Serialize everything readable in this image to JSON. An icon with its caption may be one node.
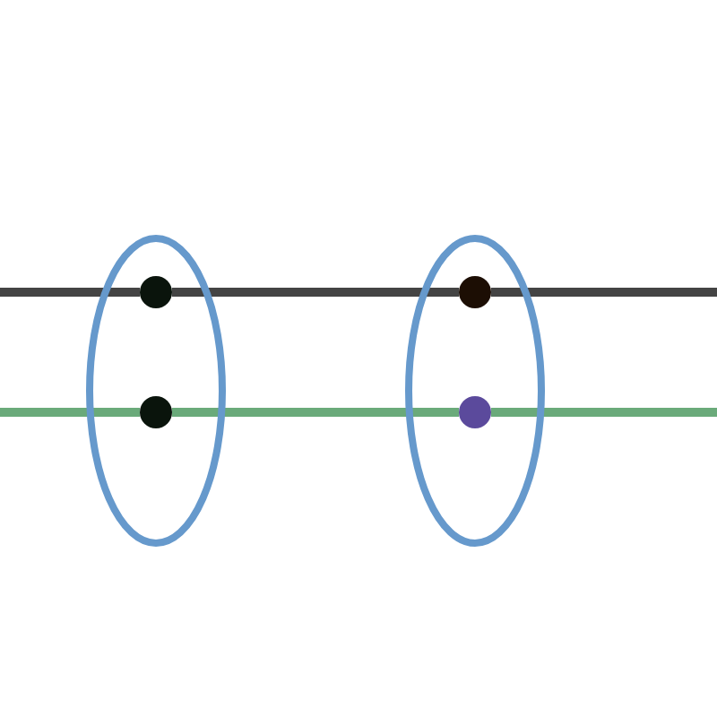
{
  "diagram": {
    "nodes": [
      {
        "text": [],
        "shape": "ellipse"
      },
      {
        "text": [],
        "shape": "circle",
        "in": 0
      },
      {
        "text": [],
        "shape": "circle",
        "in": 0
      },
      {
        "text": [],
        "shape": "ellipse"
      },
      {
        "text": [],
        "shape": "circle",
        "in": 3
      },
      {
        "text": [],
        "shape": "circle",
        "in": 3
      }
    ],
    "edges": [
      {
        "from": null,
        "to": 1,
        "arrow": "none",
        "color": "#444444"
      },
      {
        "from": 1,
        "to": 4,
        "arrow": "none",
        "color": "#444444"
      },
      {
        "from": 4,
        "to": null,
        "arrow": "none",
        "color": "#444444"
      },
      {
        "from": null,
        "to": 2,
        "arrow": "none",
        "color": "#6aaa7a"
      },
      {
        "from": 2,
        "to": 5,
        "arrow": "none",
        "color": "#6aaa7a"
      },
      {
        "from": 5,
        "to": null,
        "arrow": "none",
        "color": "#6aaa7a"
      }
    ]
  }
}
